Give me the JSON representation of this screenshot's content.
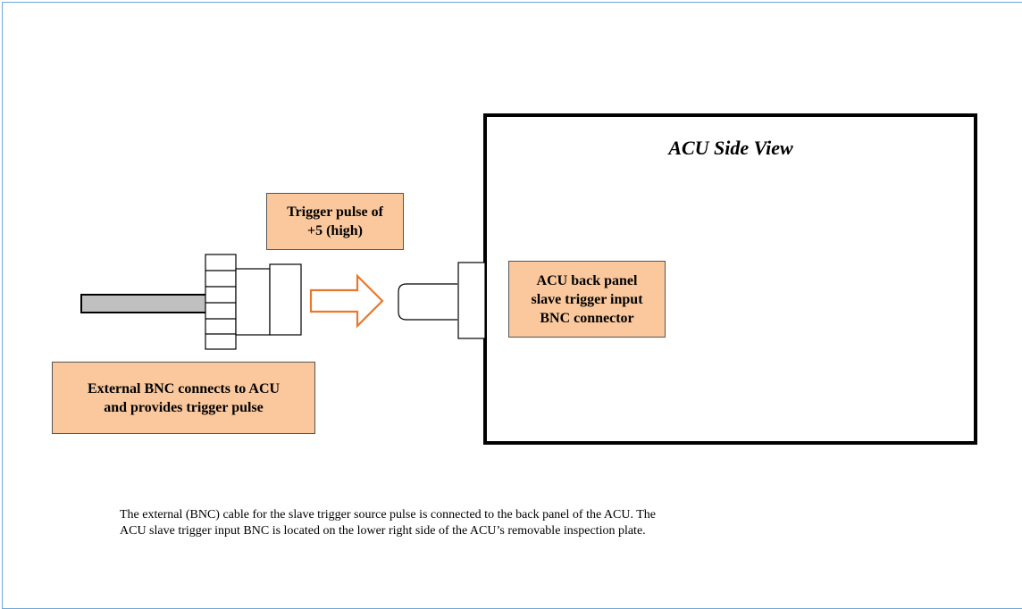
{
  "diagram": {
    "title": "ACU Side View",
    "labels": {
      "trigger_pulse": "Trigger pulse of\n+5 (high)",
      "acu_connector": "ACU back panel\nslave trigger input\nBNC connector",
      "external_bnc": "External BNC connects to ACU\nand provides trigger pulse"
    },
    "colors": {
      "label_fill": "#fac89c",
      "arrow": "#e9782a",
      "cable_fill": "#c0c0c0",
      "frame_border": "#6fa8d6"
    }
  },
  "caption": {
    "line1": "The external (BNC) cable for the slave trigger source pulse is connected to the back panel of the ACU. The",
    "line2": "ACU slave trigger input BNC is located on the lower right side of the ACU’s removable inspection plate."
  }
}
